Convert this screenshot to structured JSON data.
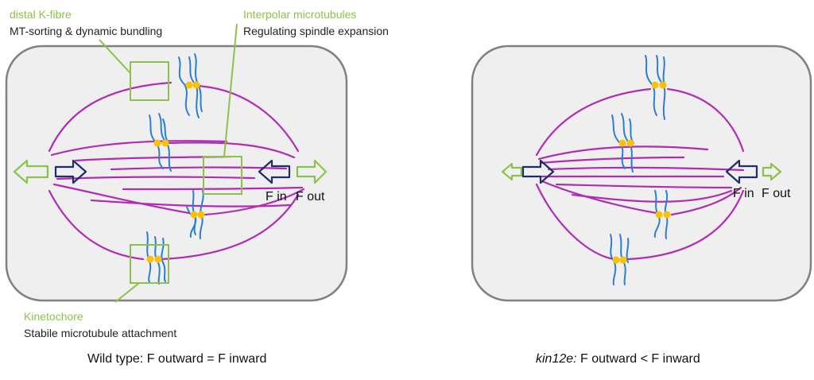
{
  "annotations": {
    "distal_kfibre": {
      "title": "distal K-fibre",
      "description": "MT-sorting & dynamic bundling"
    },
    "interpolar": {
      "title": "Interpolar microtubules",
      "description": "Regulating spindle expansion"
    },
    "kinetochore": {
      "title": "Kinetochore",
      "description": "Stabile microtubule attachment"
    }
  },
  "panels": [
    {
      "id": "wild-type",
      "force_in_label": "F in",
      "force_out_label": "F out",
      "caption_prefix": "Wild type:",
      "caption_suffix": " F outward = F inward"
    },
    {
      "id": "kin12e",
      "force_in_label": "F in",
      "force_out_label": "F out",
      "caption_prefix": "kin12e:",
      "caption_suffix": " F outward < F inward"
    }
  ],
  "colors": {
    "cell_fill": "#efefef",
    "cell_border": "#808080",
    "microtubule": "#b12cb5",
    "chromosome": "#2a7fd4",
    "kinetochore": "#ffc000",
    "callout": "#8bc34a",
    "arrow_in": "#1f2d6b",
    "arrow_out": "#8bc34a"
  }
}
